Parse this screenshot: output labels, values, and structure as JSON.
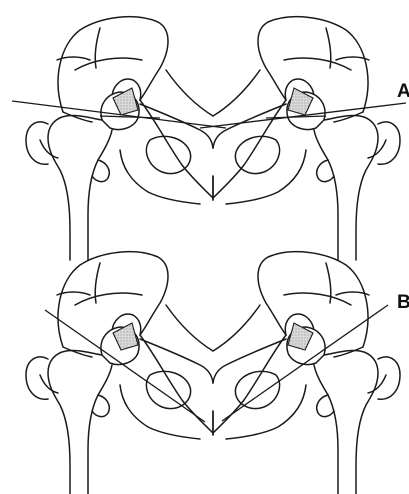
{
  "panels": [
    {
      "id": "A",
      "label": "A"
    },
    {
      "id": "B",
      "label": "B"
    }
  ],
  "colors": {
    "line": "#1a1a1a",
    "background": "#ffffff",
    "shaded_region": "#c9c9c9"
  }
}
